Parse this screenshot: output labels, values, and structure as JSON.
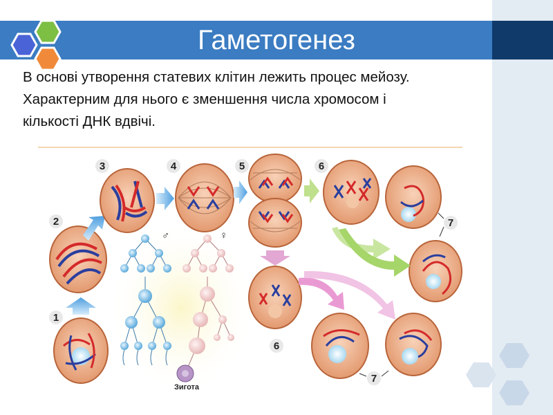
{
  "title": "Гаметогенез",
  "body_lines": [
    "В основі утворення статевих клітин лежить процес мейозу.",
    "Характерним для нього є зменшення числа хромосом і",
    "кількості ДНК вдвічі."
  ],
  "diagram": {
    "stage_labels": [
      "1",
      "2",
      "3",
      "4",
      "5",
      "6",
      "6",
      "7",
      "7"
    ],
    "male_symbol": "♂",
    "female_symbol": "♀",
    "zygote_label": "Зигота"
  },
  "colors": {
    "title_bar": "#3b7cc2",
    "title_bar_dark": "#103a6a",
    "side_panel": "#e3ebf3",
    "cell_fill": "#e7a179",
    "chromosome_red": "#d42a2a",
    "chromosome_blue": "#2a3e9e",
    "arrow_blue": "#5aa9e6",
    "arrow_green": "#9ccf4d",
    "arrow_pink": "#de8ac6"
  }
}
